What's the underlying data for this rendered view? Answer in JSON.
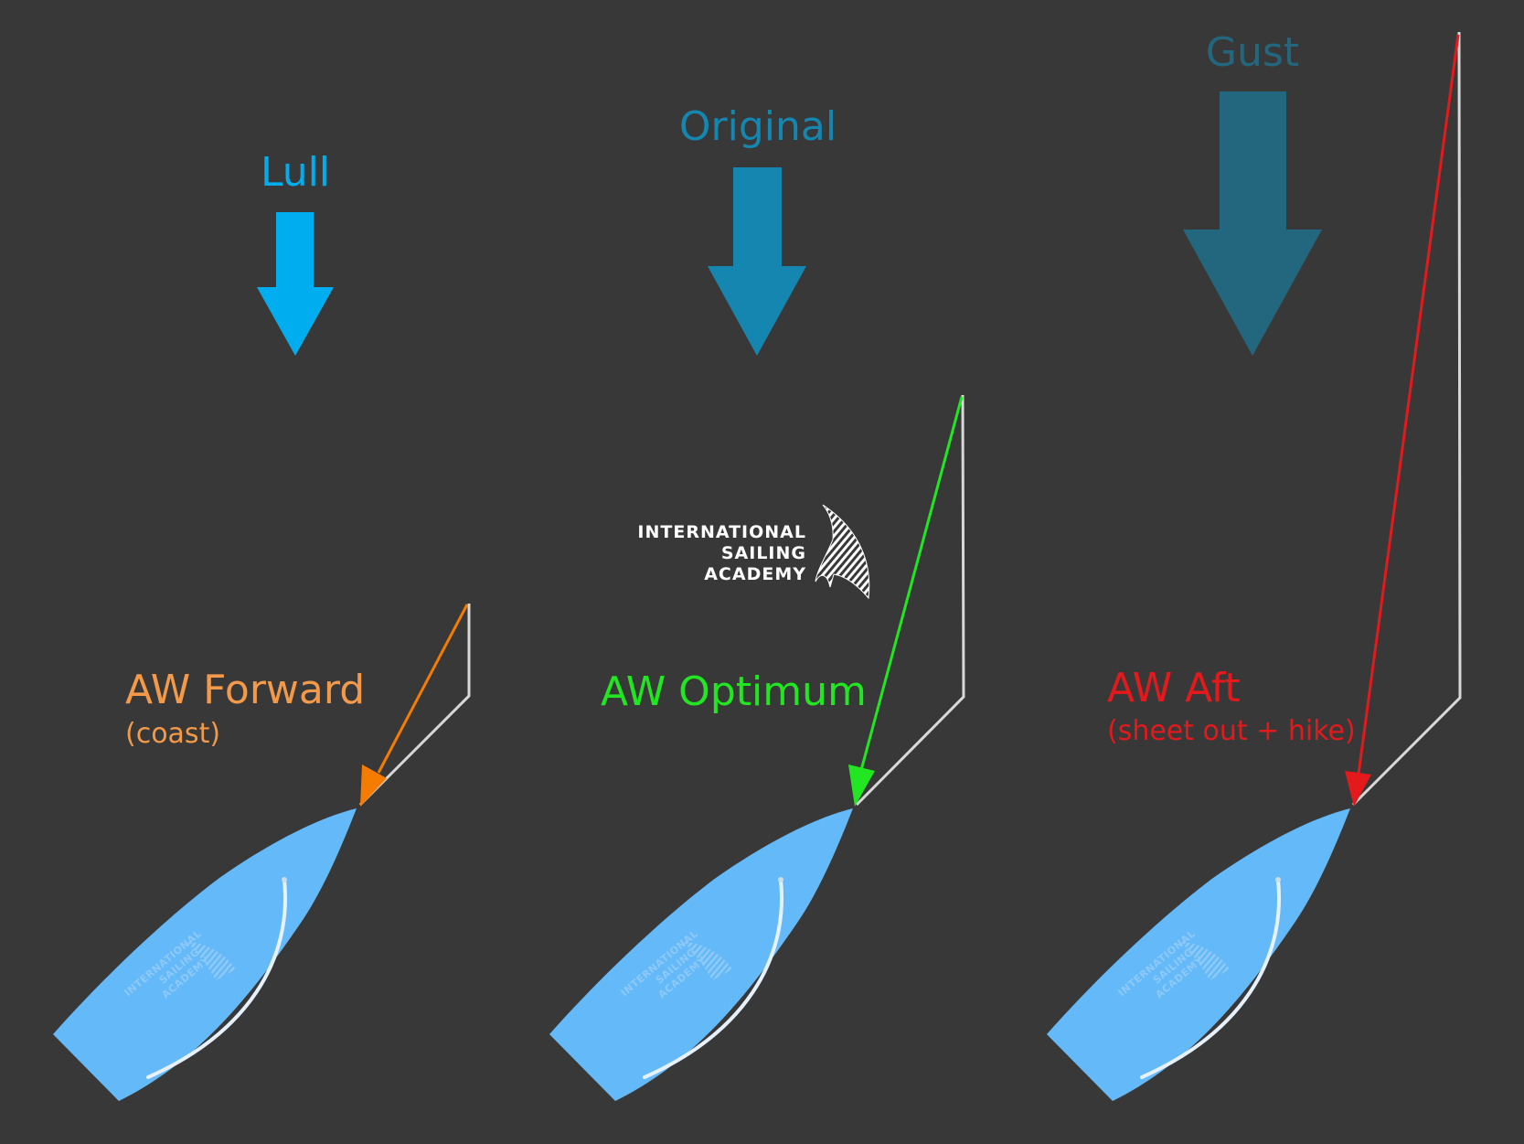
{
  "logo": {
    "line1": "INTERNATIONAL",
    "line2": "SAILING",
    "line3": "ACADEMY"
  },
  "panels": [
    {
      "wind_label": "Lull",
      "wind_color": "#00aeef",
      "aw_label": "AW Forward",
      "aw_sub": "(coast)",
      "aw_color": "#f39a4a",
      "arrow_color": "#f57c00"
    },
    {
      "wind_label": "Original",
      "wind_color": "#1486b0",
      "aw_label": "AW Optimum",
      "aw_sub": "",
      "aw_color": "#22e622",
      "arrow_color": "#22e622"
    },
    {
      "wind_label": "Gust",
      "wind_color": "#23677e",
      "aw_label": "AW Aft",
      "aw_sub": "(sheet out + hike)",
      "aw_color": "#e4191c",
      "arrow_color": "#e4191c"
    }
  ],
  "colors": {
    "background": "#383838",
    "hull": "#64b9f8",
    "vector_line": "#d8d8d8"
  }
}
